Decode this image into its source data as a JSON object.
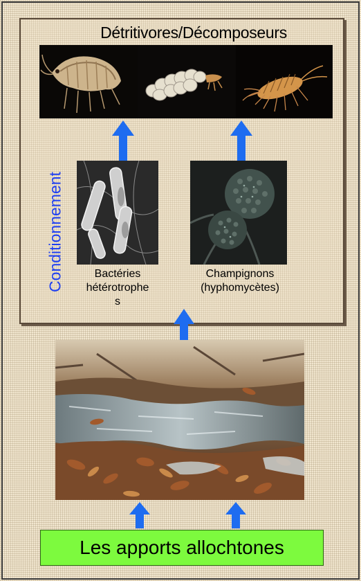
{
  "title": "Détritivores/Décomposeurs",
  "side_label": "Conditionnement",
  "bacteria_caption_1": "Bactéries",
  "bacteria_caption_2": "hétérotrophe",
  "bacteria_caption_3": "s",
  "fungi_caption_1": "Champignons",
  "fungi_caption_2": "(hyphomycètes)",
  "source_label": "Les apports allochtones",
  "colors": {
    "arrow": "#1e6cf0",
    "side_label": "#1e3ff2",
    "source_box": "#7dfa3e",
    "background": "#f1e6cf"
  }
}
